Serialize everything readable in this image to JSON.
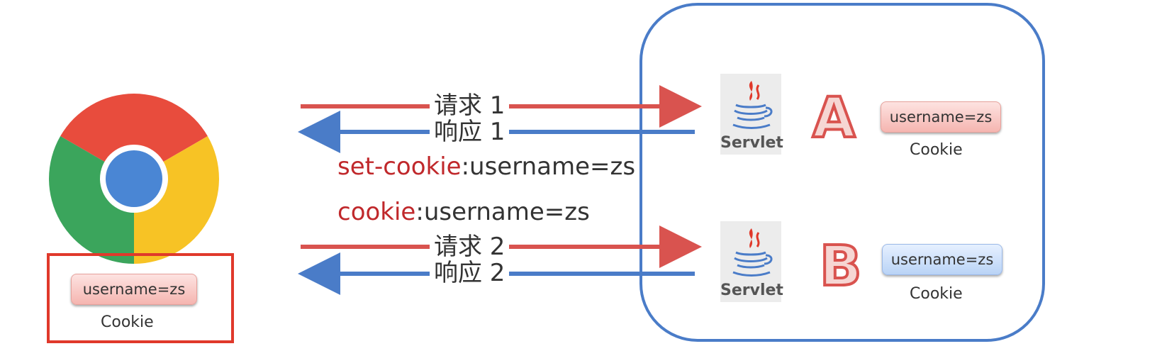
{
  "client": {
    "icon": "chrome-browser-icon",
    "cookie_value": "username=zs",
    "cookie_caption": "Cookie"
  },
  "arrows": [
    {
      "label": "请求 1",
      "direction": "right",
      "color": "#d9534f"
    },
    {
      "label": "响应 1",
      "direction": "left",
      "color": "#4a7cc8"
    },
    {
      "label": "请求 2",
      "direction": "right",
      "color": "#d9534f"
    },
    {
      "label": "响应 2",
      "direction": "left",
      "color": "#4a7cc8"
    }
  ],
  "headers": {
    "set_cookie": {
      "key": "set-cookie",
      "value": ":username=zs"
    },
    "cookie": {
      "key": "cookie",
      "value": ":username=zs"
    }
  },
  "server": {
    "border_color": "#4a7cc8",
    "servlets": [
      {
        "icon": "java-cup-icon",
        "label": "Servlet",
        "letter": "A",
        "cookie_value": "username=zs",
        "cookie_caption": "Cookie",
        "pill_color": "red"
      },
      {
        "icon": "java-cup-icon",
        "label": "Servlet",
        "letter": "B",
        "cookie_value": "username=zs",
        "cookie_caption": "Cookie",
        "pill_color": "blue"
      }
    ]
  }
}
